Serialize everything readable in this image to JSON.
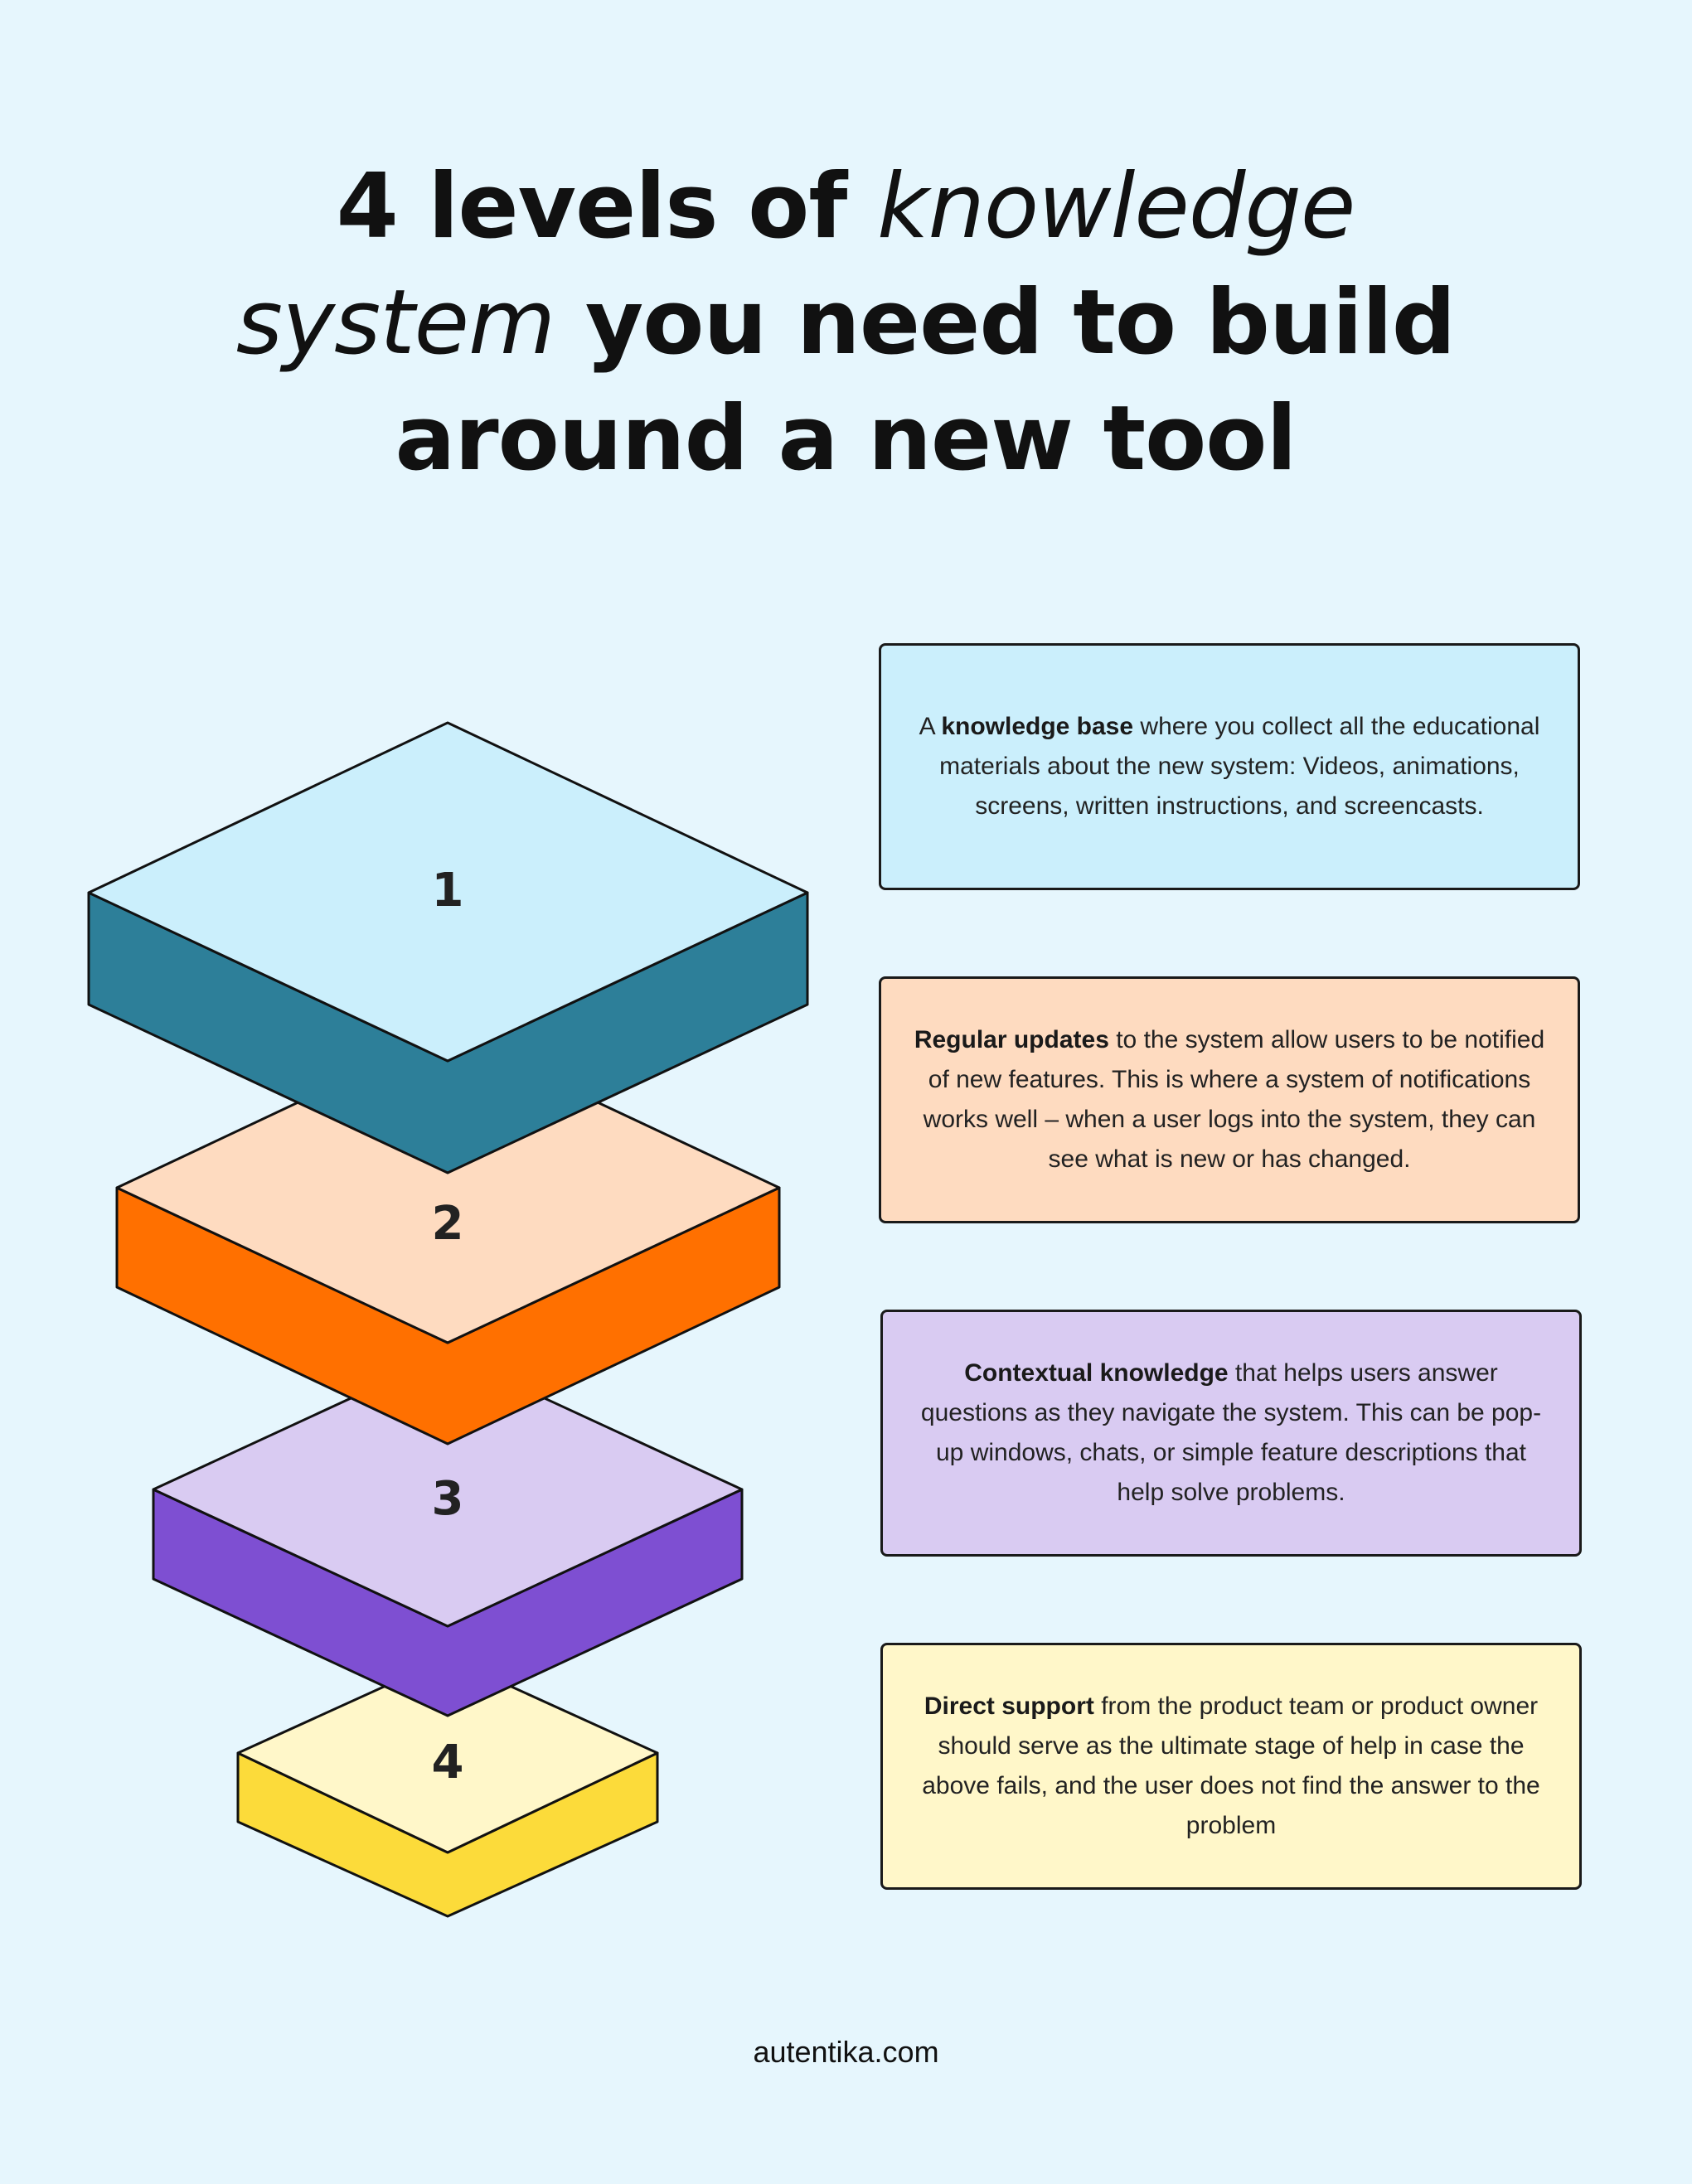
{
  "title": {
    "line1_bold": "4 levels of ",
    "line1_italic": "knowledge",
    "line2_italic": "system",
    "line2_bold": " you need to build",
    "line3_bold": "around a new tool"
  },
  "levels": [
    {
      "number": "1",
      "top_color": "#cbeffc",
      "side_color": "#2d7f99",
      "box_color": "#cbeffc",
      "bold": "knowledge base",
      "prefix": "A ",
      "text": " where you collect all the educational materials about the new system: Videos, animations, screens, written instructions, and screencasts."
    },
    {
      "number": "2",
      "top_color": "#fedbc0",
      "side_color": "#ff7000",
      "box_color": "#fedbc0",
      "bold": "Regular updates",
      "prefix": "",
      "text": " to the system allow users to be notified of new features. This is where a system of notifications works well – when a user logs into the system, they can see what is new or has changed."
    },
    {
      "number": "3",
      "top_color": "#d9cbf2",
      "side_color": "#7e4fd2",
      "box_color": "#d9cbf2",
      "bold": "Contextual knowledge",
      "prefix": "",
      "text": " that helps users answer questions as they navigate the system. This can be pop-up windows, chats, or simple feature descriptions that help solve problems."
    },
    {
      "number": "4",
      "top_color": "#fff7c9",
      "side_color": "#fcdb3a",
      "box_color": "#fff7c9",
      "bold": "Direct support",
      "prefix": "",
      "text": " from the product team or product owner should serve as the ultimate stage of help in case the above fails, and the user does not find the answer to the problem"
    }
  ],
  "footer": "autentika.com"
}
